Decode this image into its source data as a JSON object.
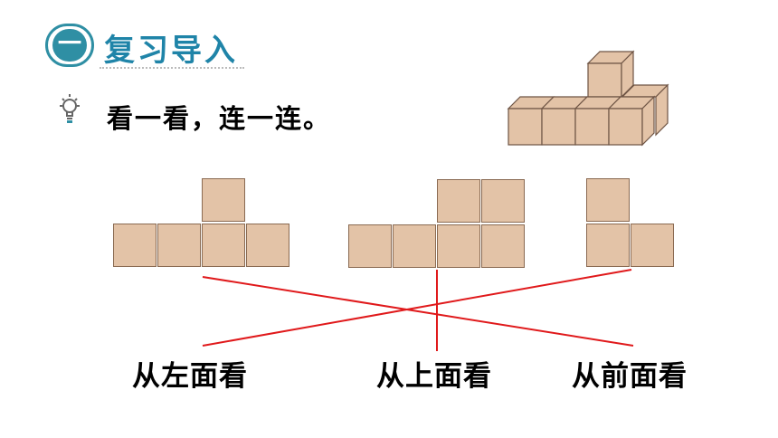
{
  "header": {
    "section_number": "一",
    "section_title": "复习导入"
  },
  "instruction": "看一看，连一连。",
  "view_labels": [
    "从左面看",
    "从上面看",
    "从前面看"
  ],
  "colors": {
    "accent": "#1f84a8",
    "cube_fill": "#e3c3a7",
    "cube_border": "#8a6a52",
    "connector_line": "#e0191b"
  },
  "icons": [
    "lightbulb-icon"
  ]
}
